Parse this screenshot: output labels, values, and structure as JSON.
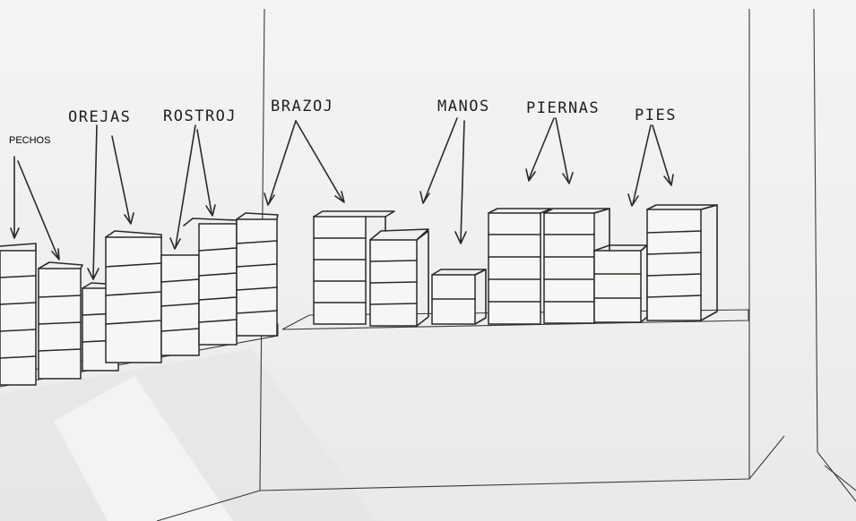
{
  "sketch": {
    "labels": {
      "pechos": "PECHOS",
      "orejas": "OREJAS",
      "rostros": "ROSTROJ",
      "brazos": "BRAZOJ",
      "manos": "MANOS",
      "piernas": "PIERNAS",
      "pies": "PIES"
    }
  }
}
